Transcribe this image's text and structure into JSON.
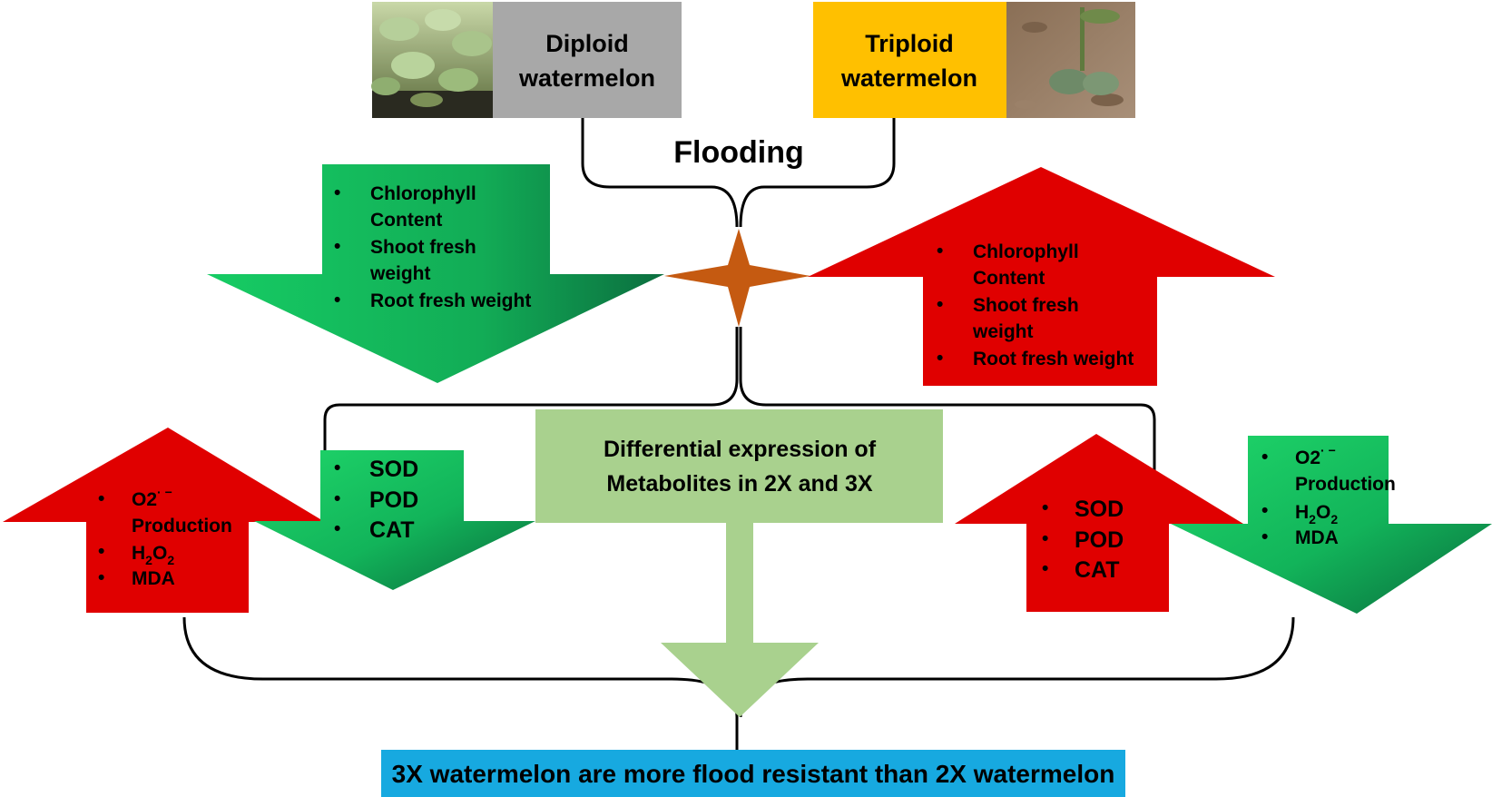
{
  "top": {
    "diploid_label": [
      "Diploid",
      "watermelon"
    ],
    "triploid_label": [
      "Triploid",
      "watermelon"
    ],
    "stress": "Flooding"
  },
  "growth": {
    "diploid_traits": [
      [
        "Chlorophyll",
        "Content"
      ],
      [
        "Shoot fresh",
        "weight"
      ],
      [
        "Root fresh weight"
      ]
    ],
    "triploid_traits": [
      [
        "Chlorophyll",
        "Content"
      ],
      [
        "Shoot fresh",
        "weight"
      ],
      [
        "Root fresh weight"
      ]
    ]
  },
  "center_box": [
    "Differential expression of",
    "Metabolites in 2X and 3X"
  ],
  "metabolites": {
    "diploid_up": {
      "o2": "O2",
      "o2_sup": "· −",
      "o2_line2": "Production",
      "h2o2": "H",
      "h2o2_sub1": "2",
      "h2o2_mid": "O",
      "h2o2_sub2": "2",
      "mda": "MDA"
    },
    "diploid_down": [
      "SOD",
      "POD",
      "CAT"
    ],
    "triploid_up": [
      "SOD",
      "POD",
      "CAT"
    ],
    "triploid_down": {
      "o2": "O2",
      "o2_sup": "· −",
      "o2_line2": "Production",
      "h2o2": "H",
      "h2o2_sub1": "2",
      "h2o2_mid": "O",
      "h2o2_sub2": "2",
      "mda": "MDA"
    }
  },
  "conclusion": "3X watermelon are more flood resistant than 2X watermelon",
  "bullet": "•",
  "colors": {
    "gray_box": "#a8a8a8",
    "yellow_box": "#ffc000",
    "red_arrow": "#e00000",
    "green_light": "#14c860",
    "green_dark": "#0c7a44",
    "pale_green": "#a9d18e",
    "star": "#c55a11",
    "conclusion_bg": "#17a9e0"
  },
  "icons": [
    "diploid-seedlings-photo",
    "triploid-seedling-photo",
    "four-point-star-icon"
  ]
}
